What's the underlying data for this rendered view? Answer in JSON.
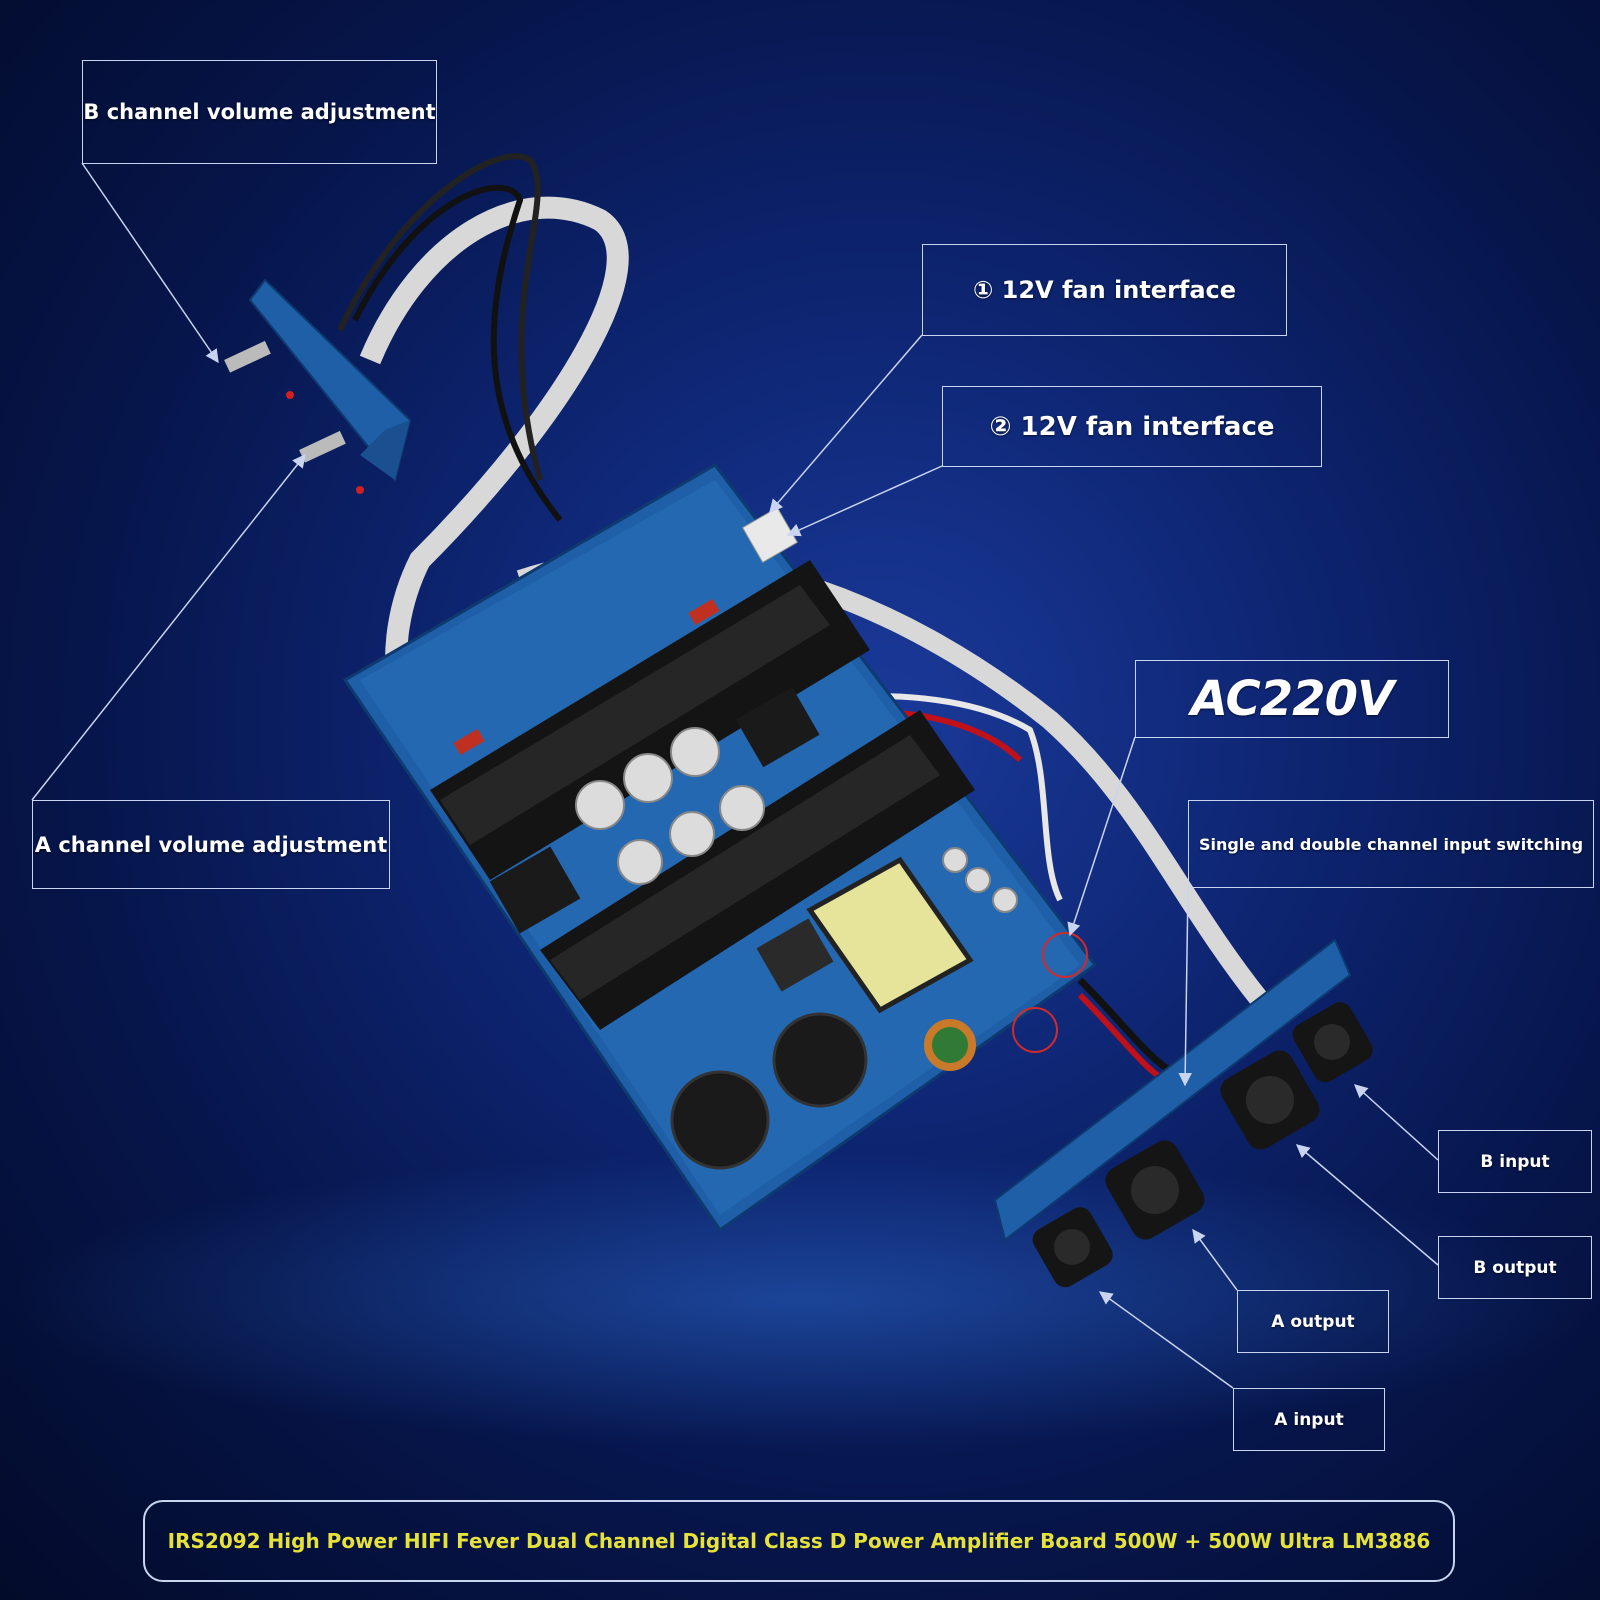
{
  "labels": {
    "b_volume": "B channel volume adjustment",
    "fan1": "① 12V fan interface",
    "fan2": "② 12V fan interface",
    "ac": "AC220V",
    "a_volume": "A channel volume adjustment",
    "switching": "Single and double channel input switching",
    "b_input": "B input",
    "b_output": "B output",
    "a_output": "A output",
    "a_input": "A input"
  },
  "footer": {
    "title": "IRS2092 High Power HIFI Fever Dual Channel Digital Class D Power Amplifier Board 500W + 500W Ultra LM3886"
  },
  "colors": {
    "background": "#0d2470",
    "callout_border": "#c9d4f0",
    "footer_text": "#e6e23a",
    "pcb": "#1e5fa8",
    "heatsink": "#1a1a1a"
  }
}
